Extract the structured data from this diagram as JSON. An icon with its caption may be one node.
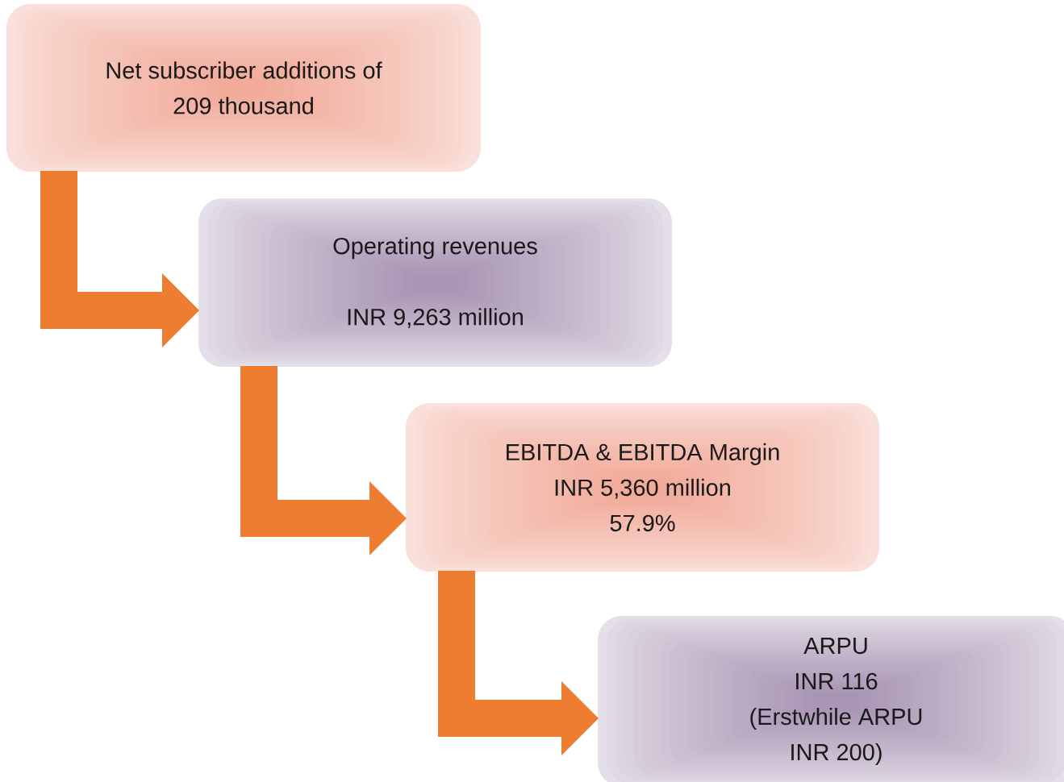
{
  "diagram": {
    "nodes": [
      {
        "text": [
          "Net subscriber additions of 209 thousand"
        ]
      },
      {
        "text": [
          "Operating revenues",
          "INR 9,263 million"
        ]
      },
      {
        "text": [
          "EBITDA & EBITDA Margin",
          "INR 5,360 million",
          "57.9%"
        ]
      },
      {
        "text": [
          "ARPU",
          "INR 116",
          "(Erstwhile ARPU INR 200)"
        ]
      }
    ],
    "edges": [
      {
        "from": 0,
        "to": 1,
        "arrow": "to"
      },
      {
        "from": 1,
        "to": 2,
        "arrow": "to"
      },
      {
        "from": 2,
        "to": 3,
        "arrow": "to"
      }
    ]
  }
}
